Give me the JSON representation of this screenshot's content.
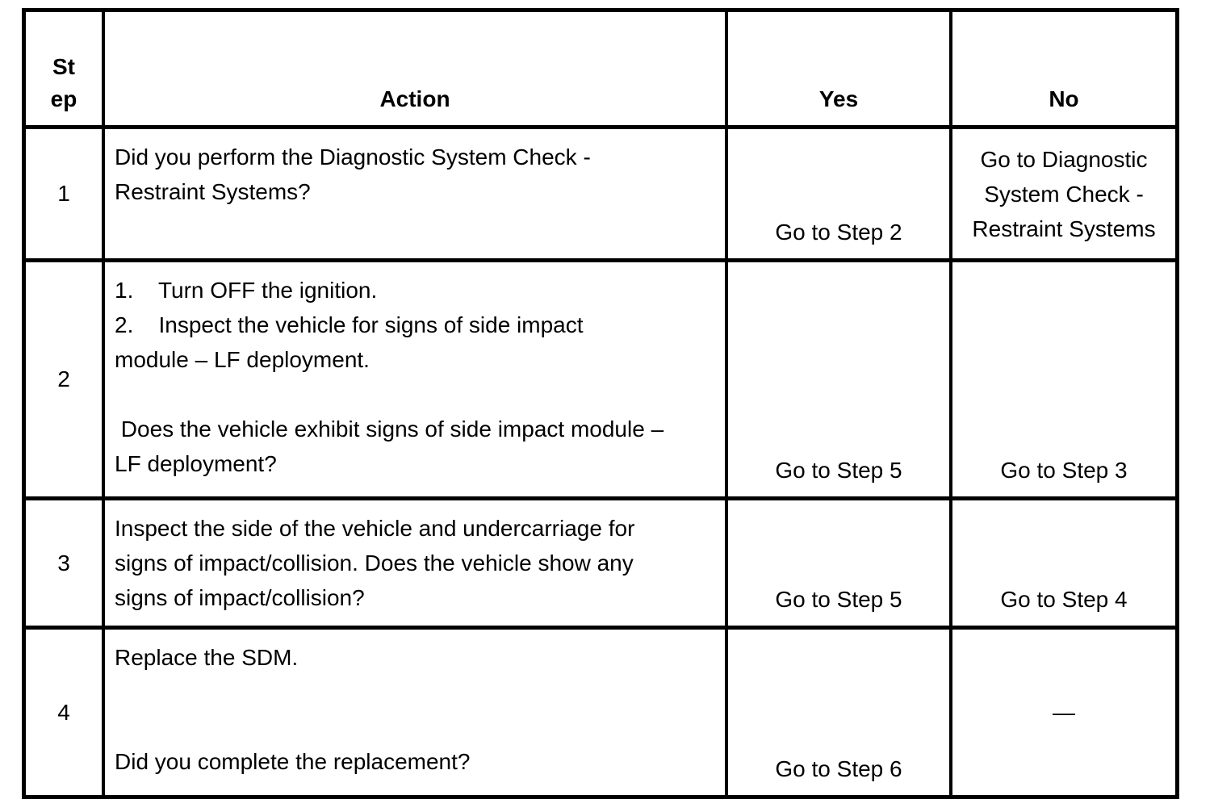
{
  "page": {
    "background_color": "#ffffff",
    "text_color": "#000000",
    "border_color": "#000000"
  },
  "table": {
    "headers": {
      "step": "St\nep",
      "action": "Action",
      "yes": "Yes",
      "no": "No"
    },
    "rows": [
      {
        "step": "1",
        "action": "Did you perform the Diagnostic System Check -\nRestraint Systems?",
        "yes": "Go to Step 2",
        "no": "Go to Diagnostic\nSystem Check -\nRestraint Systems"
      },
      {
        "step": "2",
        "action": "1.    Turn OFF the ignition.\n2.    Inspect the vehicle for signs of side impact\nmodule – LF deployment.\n\n Does the vehicle exhibit signs of side impact module –\nLF deployment?",
        "yes": "Go to Step 5",
        "no": "Go to Step 3"
      },
      {
        "step": "3",
        "action": "Inspect the side of the vehicle and undercarriage for\nsigns of impact/collision. Does the vehicle show any\nsigns of impact/collision?",
        "yes": "Go to Step 5",
        "no": "Go to Step 4"
      },
      {
        "step": "4",
        "action": "Replace the SDM.\n\n\nDid you complete the replacement?",
        "yes": "Go to Step 6",
        "no": "—"
      }
    ]
  }
}
